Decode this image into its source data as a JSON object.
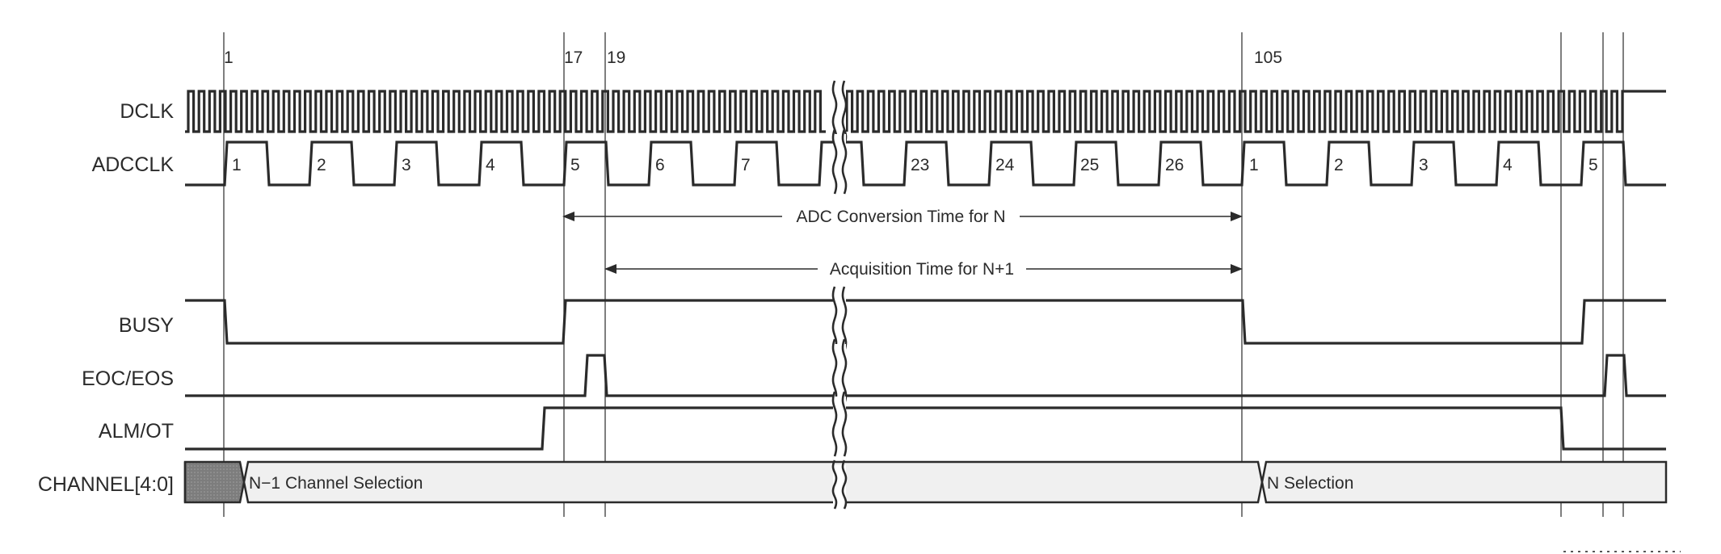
{
  "signals": {
    "dclk": "DCLK",
    "adcclk": "ADCCLK",
    "busy": "BUSY",
    "eoc": "EOC/EOS",
    "alm": "ALM/OT",
    "channel": "CHANNEL[4:0]"
  },
  "markers": [
    "1",
    "17",
    "19",
    "105"
  ],
  "adcclk_numbers": [
    "1",
    "2",
    "3",
    "4",
    "5",
    "6",
    "7",
    "23",
    "24",
    "25",
    "26",
    "1",
    "2",
    "3",
    "4",
    "5"
  ],
  "annotations": {
    "conversion": "ADC Conversion Time for N",
    "acquisition": "Acquisition Time for N+1"
  },
  "channel_fields": {
    "prev": "N−1 Channel Selection",
    "next": "N Selection"
  },
  "colors": {
    "line": "#2b2b2b",
    "bus_fill": "#f0f0f0",
    "bus_hatch": "#8a8a8a"
  }
}
